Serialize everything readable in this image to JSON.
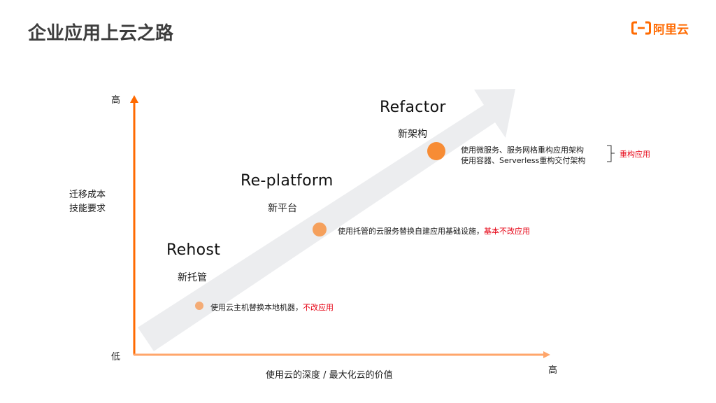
{
  "header": {
    "title": "企业应用上云之路",
    "logo_text": "阿里云",
    "logo_icon": "aliyun-bracket-logo-icon"
  },
  "colors": {
    "accent": "#ff6a00",
    "x_axis": "#ffa66b",
    "y_axis": "#ff6a00",
    "trend_arrow": "#ecedef",
    "highlight_text": "#e60012",
    "dot_rehost": "#f4ac76",
    "dot_replatform": "#f5a05c",
    "dot_refactor": "#f78c35"
  },
  "axes": {
    "y_high": "高",
    "y_low": "低",
    "y_label_line1": "迁移成本",
    "y_label_line2": "技能要求",
    "x_high": "高",
    "x_label": "使用云的深度 / 最大化云的价值"
  },
  "stages": [
    {
      "name": "Rehost",
      "cn": "新托管",
      "desc": "使用云主机替换本地机器，",
      "highlight": "不改应用",
      "level": 1
    },
    {
      "name": "Re-platform",
      "cn": "新平台",
      "desc": "使用托管的云服务替换自建应用基础设施，",
      "highlight": "基本不改应用",
      "level": 2
    },
    {
      "name": "Refactor",
      "cn": "新架构",
      "desc_lines": [
        "使用微服务、服务网格重构应用架构",
        "使用容器、Serverless重构交付架构"
      ],
      "highlight": "重构应用",
      "level": 3
    }
  ]
}
